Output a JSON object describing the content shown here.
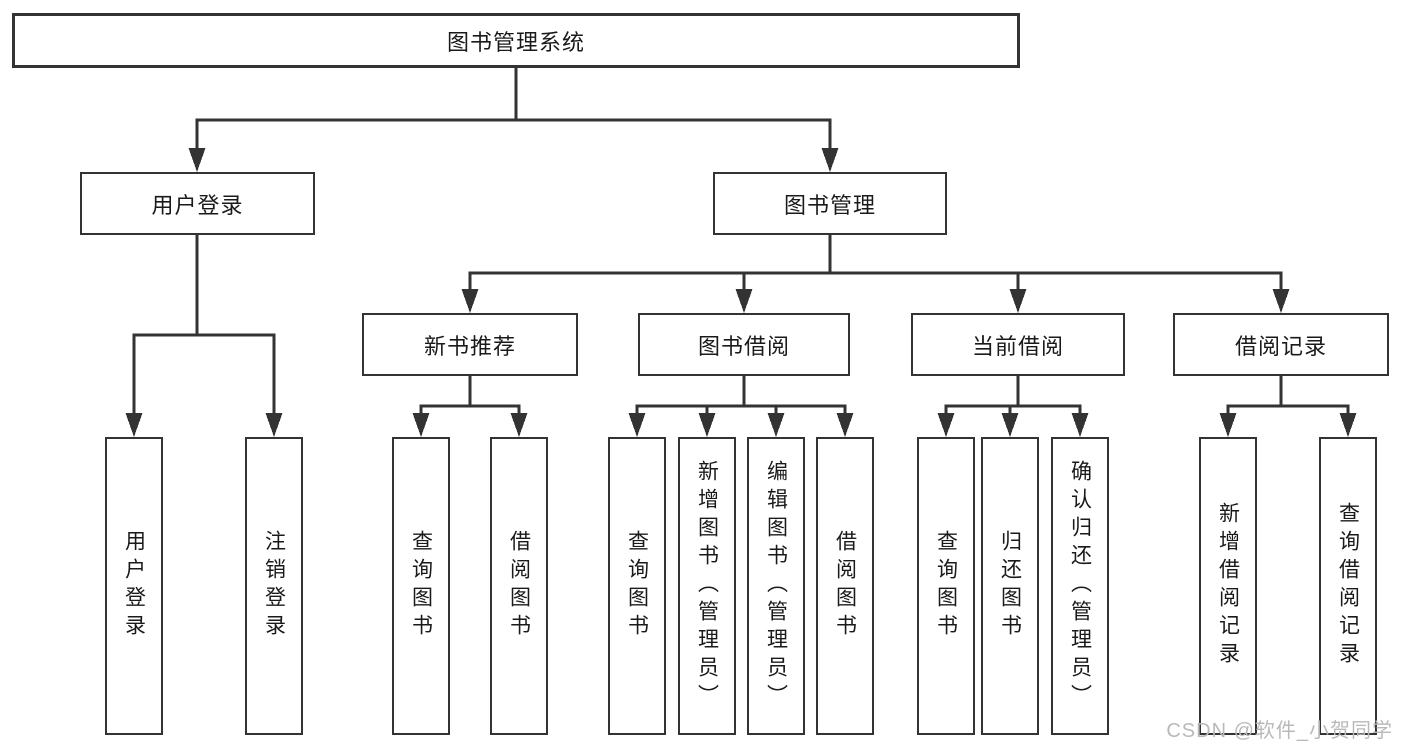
{
  "tree": {
    "root": "图书管理系统",
    "user": {
      "label": "用户登录",
      "children": [
        "用户登录",
        "注销登录"
      ]
    },
    "mgmt": {
      "label": "图书管理",
      "sections": [
        {
          "label": "新书推荐",
          "children": [
            "查询图书",
            "借阅图书"
          ]
        },
        {
          "label": "图书借阅",
          "children": [
            "查询图书",
            "新增图书（管理员）",
            "编辑图书（管理员）",
            "借阅图书"
          ]
        },
        {
          "label": "当前借阅",
          "children": [
            "查询图书",
            "归还图书",
            "确认归还（管理员）"
          ]
        },
        {
          "label": "借阅记录",
          "children": [
            "新增借阅记录",
            "查询借阅记录"
          ]
        }
      ]
    }
  },
  "watermark": "CSDN @软件_小贺同学",
  "colors": {
    "line": "#333333",
    "border": "#333333",
    "text": "#1a1a1a",
    "watermark": "#b9b9b9",
    "background": "#ffffff"
  }
}
